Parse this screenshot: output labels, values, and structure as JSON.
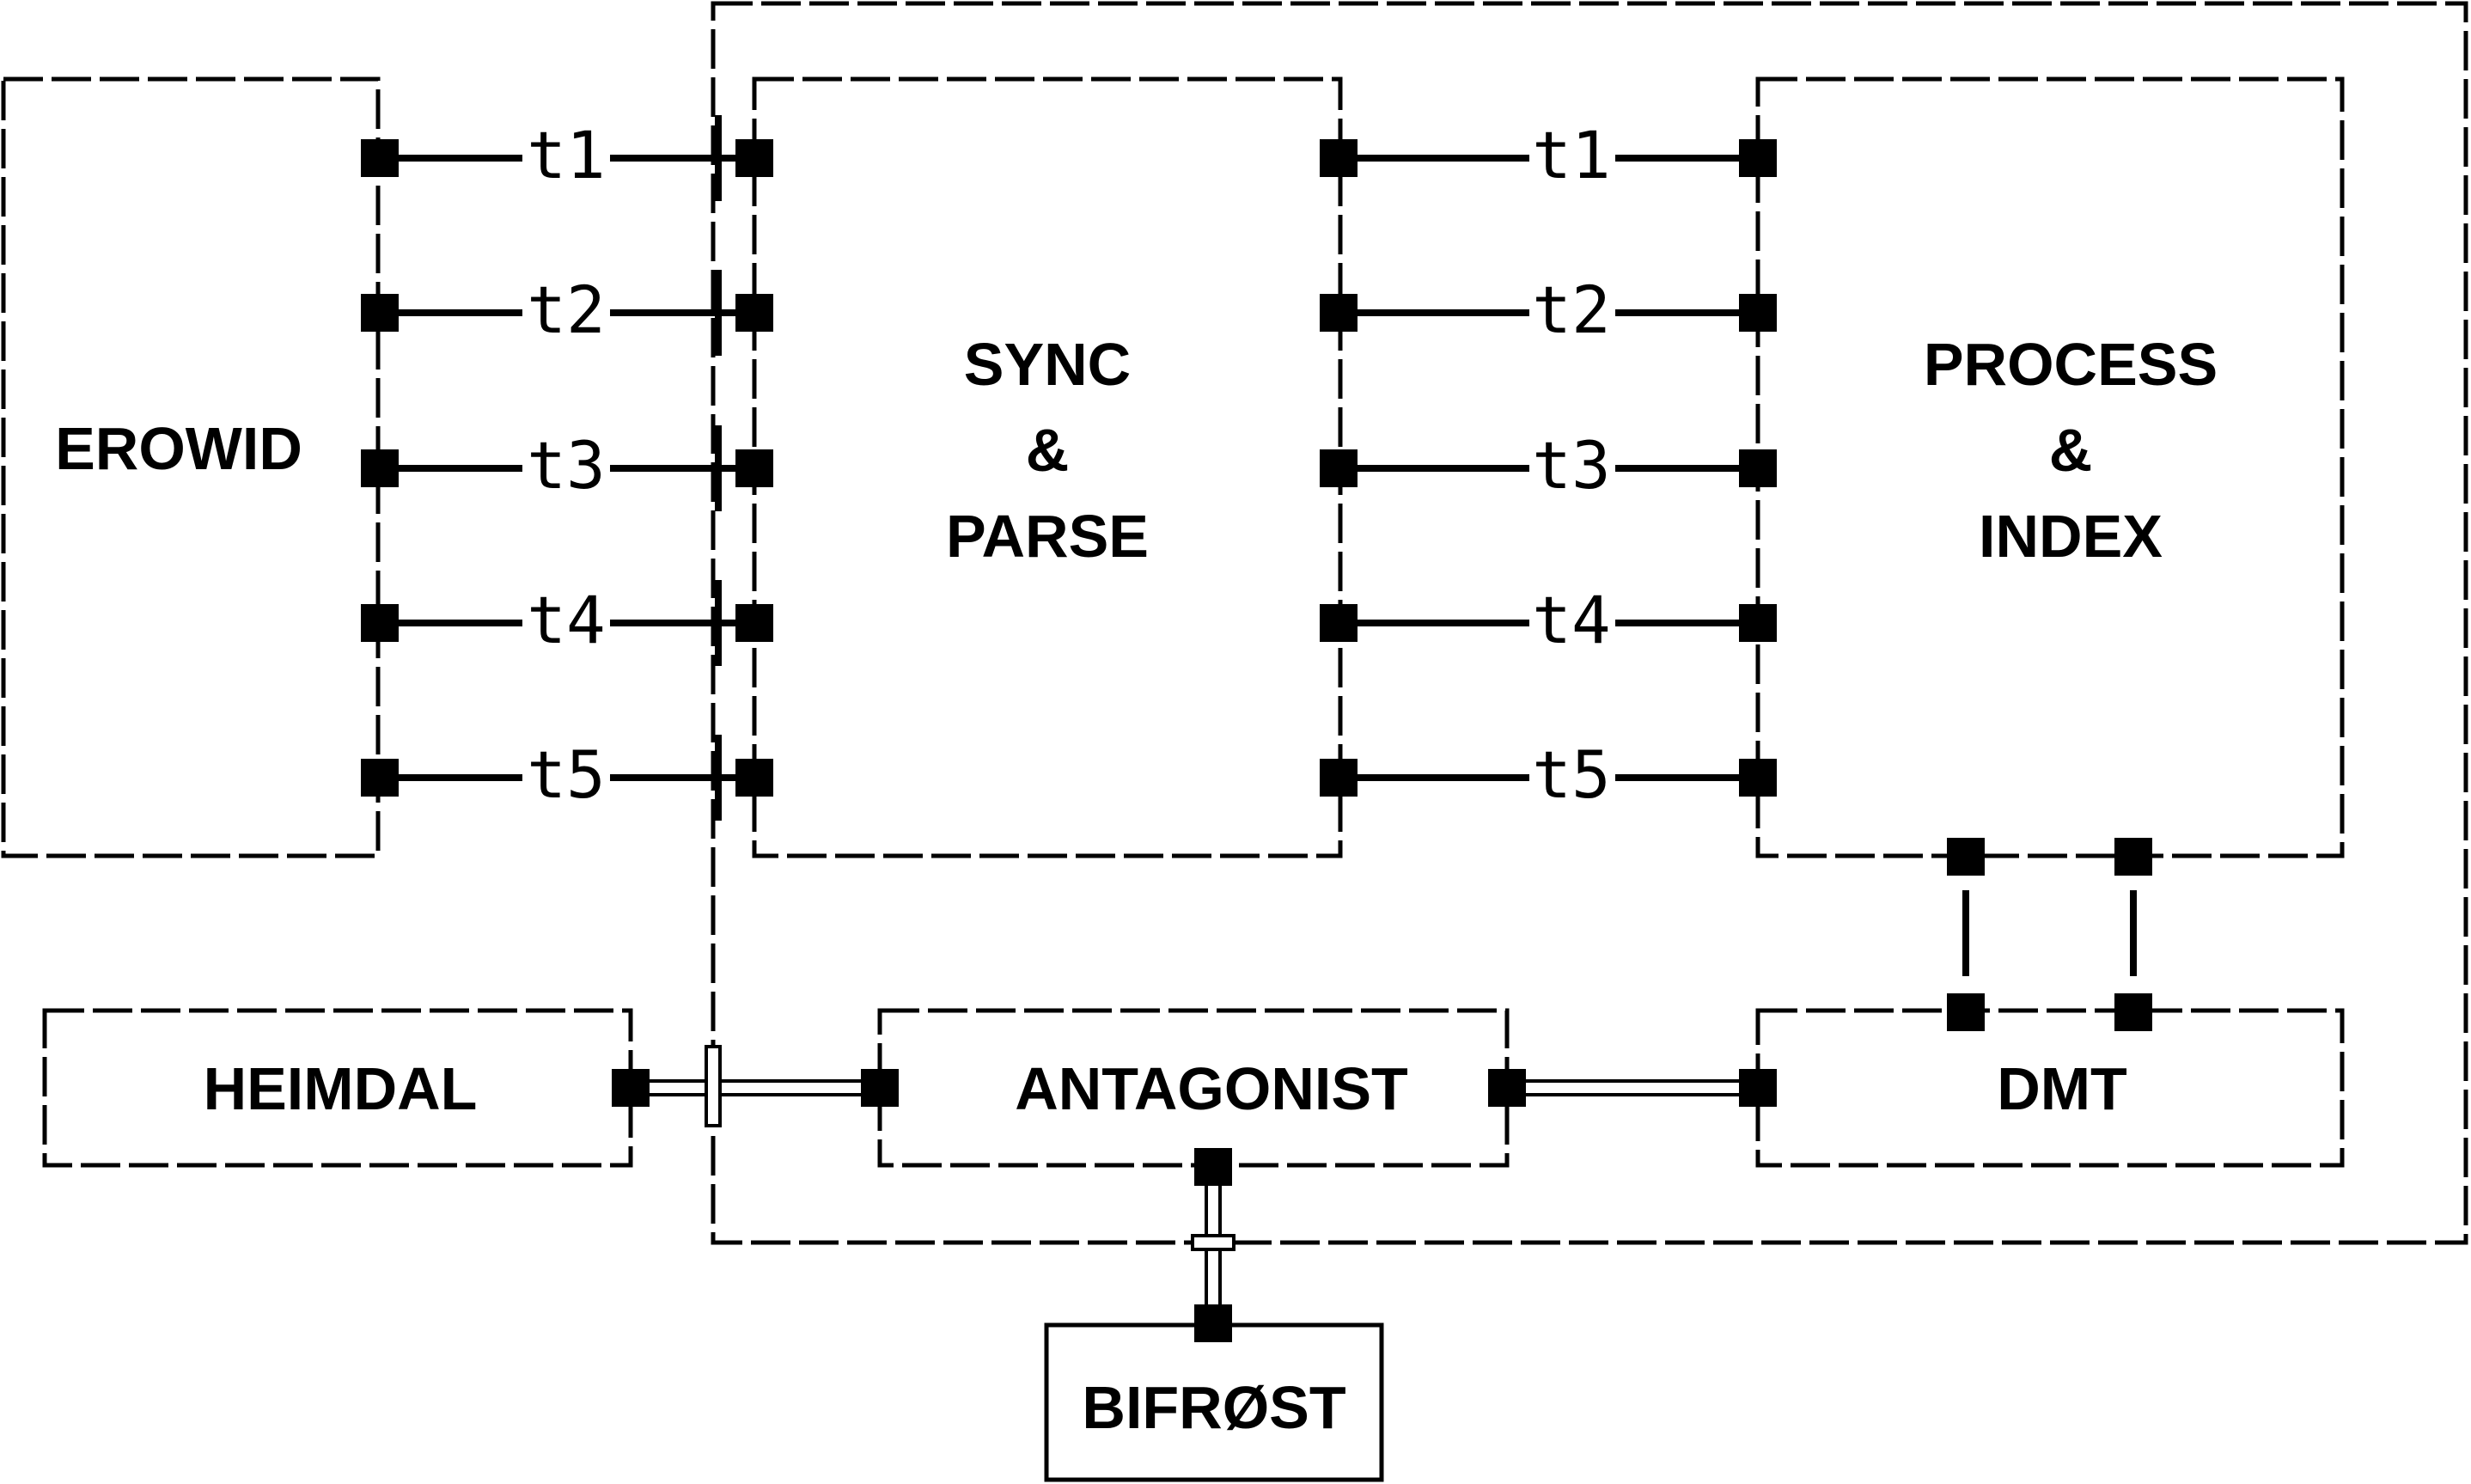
{
  "diagram": {
    "nodes": {
      "erowid": "EROWID",
      "sync": [
        "SYNC",
        "&",
        "PARSE"
      ],
      "process": [
        "PROCESS",
        "&",
        "INDEX"
      ],
      "heimdal": "HEIMDAL",
      "antagonist": "ANTAGONIST",
      "dmt": "DMT",
      "bifrost": "BIFRØST"
    },
    "channels": [
      "t1",
      "t2",
      "t3",
      "t4",
      "t5"
    ],
    "colors": {
      "stroke": "#000000",
      "background": "#ffffff"
    }
  }
}
